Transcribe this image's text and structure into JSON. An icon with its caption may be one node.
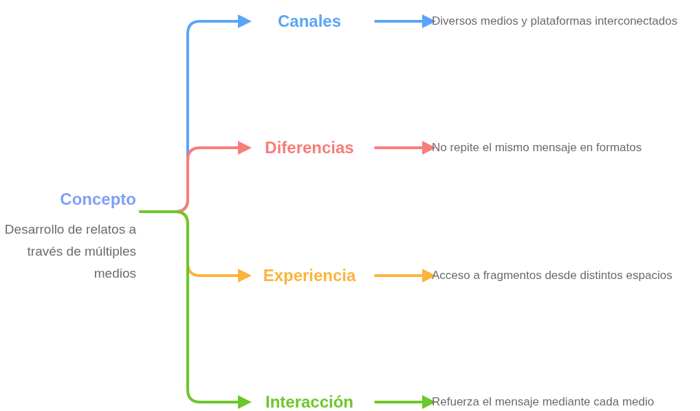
{
  "diagram": {
    "nodes": [
      {
        "text": [
          "Concepto",
          "Desarrollo de relatos a través de múltiples medios"
        ]
      },
      {
        "text": [
          "Canales"
        ]
      },
      {
        "text": [
          "Diferencias"
        ]
      },
      {
        "text": [
          "Experiencia"
        ]
      },
      {
        "text": [
          "Interacción"
        ]
      },
      {
        "text": [
          "Diversos medios y plataformas interconectados"
        ]
      },
      {
        "text": [
          "No repite el mismo mensaje en formatos"
        ]
      },
      {
        "text": [
          "Acceso a fragmentos desde distintos espacios"
        ]
      },
      {
        "text": [
          "Refuerza el mensaje mediante cada medio"
        ]
      }
    ],
    "edges": [
      {
        "from": 0,
        "to": 1,
        "arrow": "to",
        "color": "#5aa5f8"
      },
      {
        "from": 0,
        "to": 2,
        "arrow": "to",
        "color": "#f87c7a"
      },
      {
        "from": 0,
        "to": 3,
        "arrow": "to",
        "color": "#fbb43c"
      },
      {
        "from": 0,
        "to": 4,
        "arrow": "to",
        "color": "#6cc72a"
      },
      {
        "from": 1,
        "to": 5,
        "arrow": "to",
        "color": "#5aa5f8"
      },
      {
        "from": 2,
        "to": 6,
        "arrow": "to",
        "color": "#f87c7a"
      },
      {
        "from": 3,
        "to": 7,
        "arrow": "to",
        "color": "#fbb43c"
      },
      {
        "from": 4,
        "to": 8,
        "arrow": "to",
        "color": "#6cc72a"
      }
    ]
  }
}
